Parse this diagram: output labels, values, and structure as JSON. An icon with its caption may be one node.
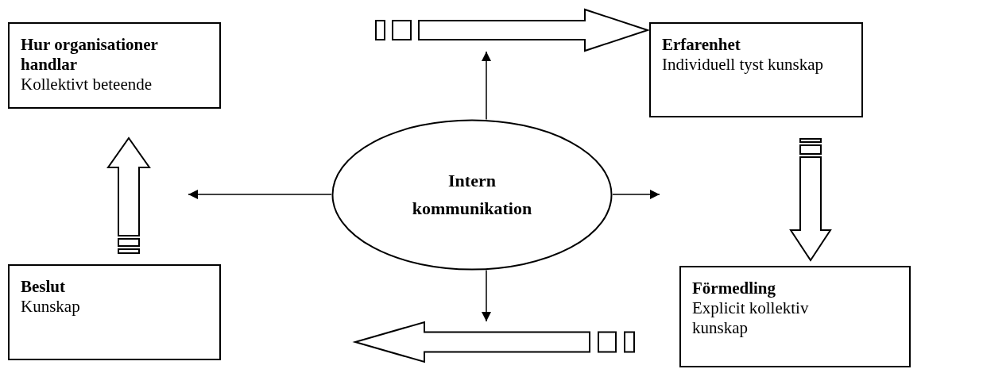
{
  "diagram": {
    "nodes": [
      {
        "text": [
          "Hur organisationer handlar",
          "Kollektivt beteende"
        ]
      },
      {
        "text": [
          "Erfarenhet",
          "Individuell tyst kunskap"
        ]
      },
      {
        "text": [
          "Intern kommunikation"
        ]
      },
      {
        "text": [
          "Beslut",
          "Kunskap"
        ]
      },
      {
        "text": [
          "Förmedling",
          "Explicit kollektiv kunskap"
        ]
      }
    ],
    "edges": [
      {
        "from": 3,
        "to": 0,
        "arrow": "to",
        "style": "thick"
      },
      {
        "from": 0,
        "to": 1,
        "arrow": "to",
        "style": "thick"
      },
      {
        "from": 1,
        "to": 4,
        "arrow": "to",
        "style": "thick"
      },
      {
        "from": 4,
        "to": 3,
        "arrow": "to",
        "style": "thick"
      },
      {
        "from": 2,
        "to": null,
        "arrow": "to"
      },
      {
        "from": 2,
        "to": null,
        "arrow": "to"
      },
      {
        "from": 2,
        "to": null,
        "arrow": "to"
      },
      {
        "from": 2,
        "to": null,
        "arrow": "to"
      }
    ]
  }
}
